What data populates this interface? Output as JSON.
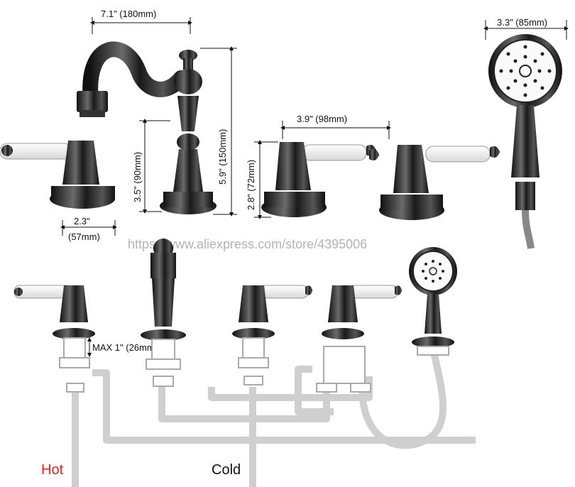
{
  "dimensions": {
    "spout_width": "7.1\" (180mm)",
    "spout_height": "5.9\" (150mm)",
    "body_height": "3.5\" (90mm)",
    "base_width_in": "2.3\"",
    "base_width_mm": "(57mm)",
    "handle_spacing": "3.9\" (98mm)",
    "handle_height": "2.8\" (72mm)",
    "shower_head_width": "3.3\" (85mm)",
    "max_deck": "MAX 1\" (26mm)"
  },
  "watermark": "https://www.aliexpress.com/store/4395006",
  "labels": {
    "hot": "Hot",
    "cold": "Cold"
  },
  "colors": {
    "metal": "#2b2b2b",
    "porcelain": "#f4f4f4",
    "pipe": "#cfcfcf",
    "hot": "#e0231c"
  }
}
